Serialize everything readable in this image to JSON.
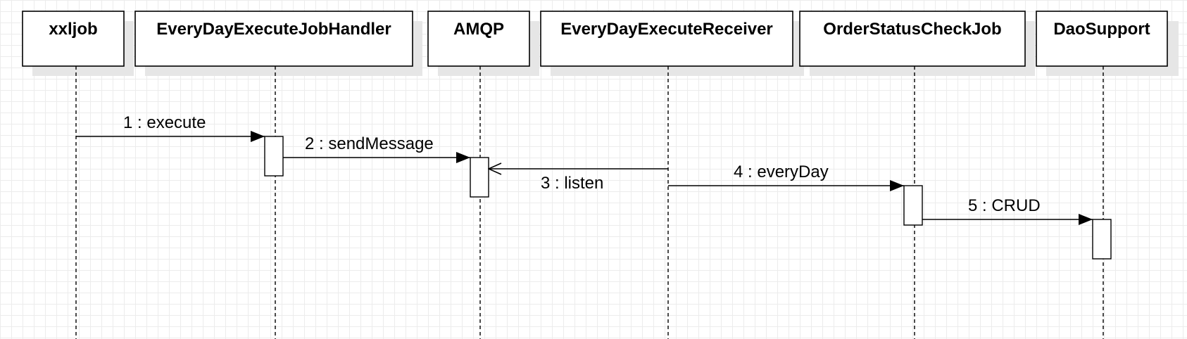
{
  "diagram": {
    "participants": [
      {
        "id": "xxljob",
        "label": "xxljob"
      },
      {
        "id": "handler",
        "label": "EveryDayExecuteJobHandler"
      },
      {
        "id": "amqp",
        "label": "AMQP"
      },
      {
        "id": "receiver",
        "label": "EveryDayExecuteReceiver"
      },
      {
        "id": "checkjob",
        "label": "OrderStatusCheckJob"
      },
      {
        "id": "dao",
        "label": "DaoSupport"
      }
    ],
    "messages": [
      {
        "label": "1 : execute",
        "from": "xxljob",
        "to": "handler",
        "kind": "synchronous"
      },
      {
        "label": "2 : sendMessage",
        "from": "handler",
        "to": "amqp",
        "kind": "synchronous"
      },
      {
        "label": "3 : listen",
        "from": "receiver",
        "to": "amqp",
        "kind": "asynchronous"
      },
      {
        "label": "4 : everyDay",
        "from": "receiver",
        "to": "checkjob",
        "kind": "synchronous"
      },
      {
        "label": "5 : CRUD",
        "from": "checkjob",
        "to": "dao",
        "kind": "synchronous"
      }
    ]
  }
}
